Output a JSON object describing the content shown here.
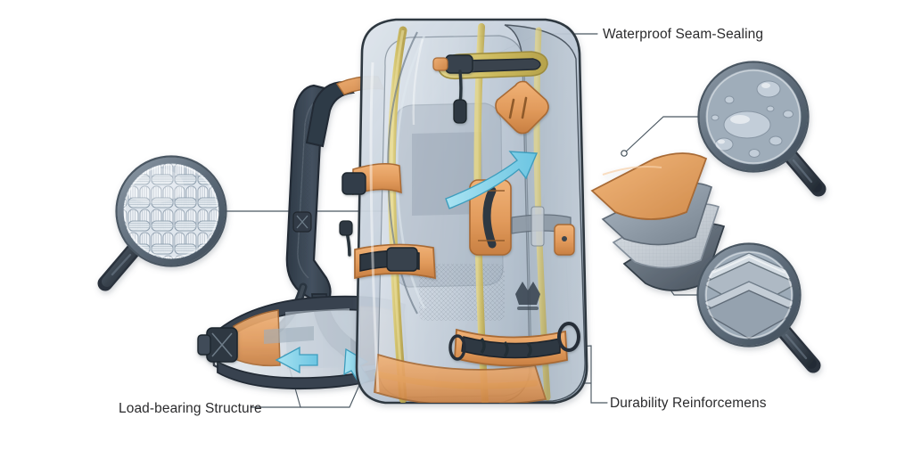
{
  "diagram": {
    "subject": "waterproof technical backpack cutaway",
    "background_color": "#ffffff",
    "label_color": "#2b2b2d",
    "leader_line_color": "#3f4c55"
  },
  "callouts": [
    {
      "id": "waterproof",
      "label": "Waterproof Seam-Sealing",
      "magnifier_icon": "water-droplets-icon",
      "detail": "water droplets beading on coated fabric",
      "anchor": "top lid zipper / taped seam"
    },
    {
      "id": "load",
      "label": "Load-bearing Structure",
      "magnifier_icon": "woven-fabric-icon",
      "detail": "interlaced basket-weave load webbing",
      "anchor": "hip belt and compression strap buckle"
    },
    {
      "id": "durability",
      "label": "Durability Reinforcemens",
      "magnifier_icon": "chevron-layers-icon",
      "detail": "stacked chevron reinforcement plies",
      "anchor": "base daisy-chain webbing and layer stack"
    }
  ],
  "material_stack": {
    "name": "exploded laminate layers",
    "layers": [
      {
        "name": "outer-face-fabric",
        "color": "#e8a063"
      },
      {
        "name": "waterproof-membrane",
        "color": "#8f9aa5"
      },
      {
        "name": "ripstop-scrim",
        "color": "#c8cdd3"
      },
      {
        "name": "abrasion-mesh-backer",
        "color": "#5d6b77"
      }
    ]
  },
  "palette": {
    "shell_glass": "#b9c4cd",
    "seam_tape_yellow": "#d8c871",
    "leather_tan": "#e09a5c",
    "strap_navy": "#39434f",
    "arrow_cyan": "#7fd0e8",
    "metal_grey": "#8d98a3",
    "ink_outline": "#2f3740"
  },
  "pack_features": [
    {
      "name": "top-lid-zipper",
      "type": "waterproof zipper with pull"
    },
    {
      "name": "leather-diamond-patch",
      "type": "tan accent patch"
    },
    {
      "name": "front-leather-pocket-tab",
      "type": "tan pocket tab"
    },
    {
      "name": "brand-logo-mark",
      "type": "dark crown emblem"
    },
    {
      "name": "compression-strap-buckle",
      "type": "side release buckle"
    },
    {
      "name": "base-daisy-chain",
      "type": "webbing loops with D-ring"
    },
    {
      "name": "shoulder-strap",
      "type": "padded navy mesh strap"
    },
    {
      "name": "hip-belt",
      "type": "padded load-transfer belt"
    },
    {
      "name": "load-path-arrow",
      "type": "cyan directional arrow"
    }
  ]
}
